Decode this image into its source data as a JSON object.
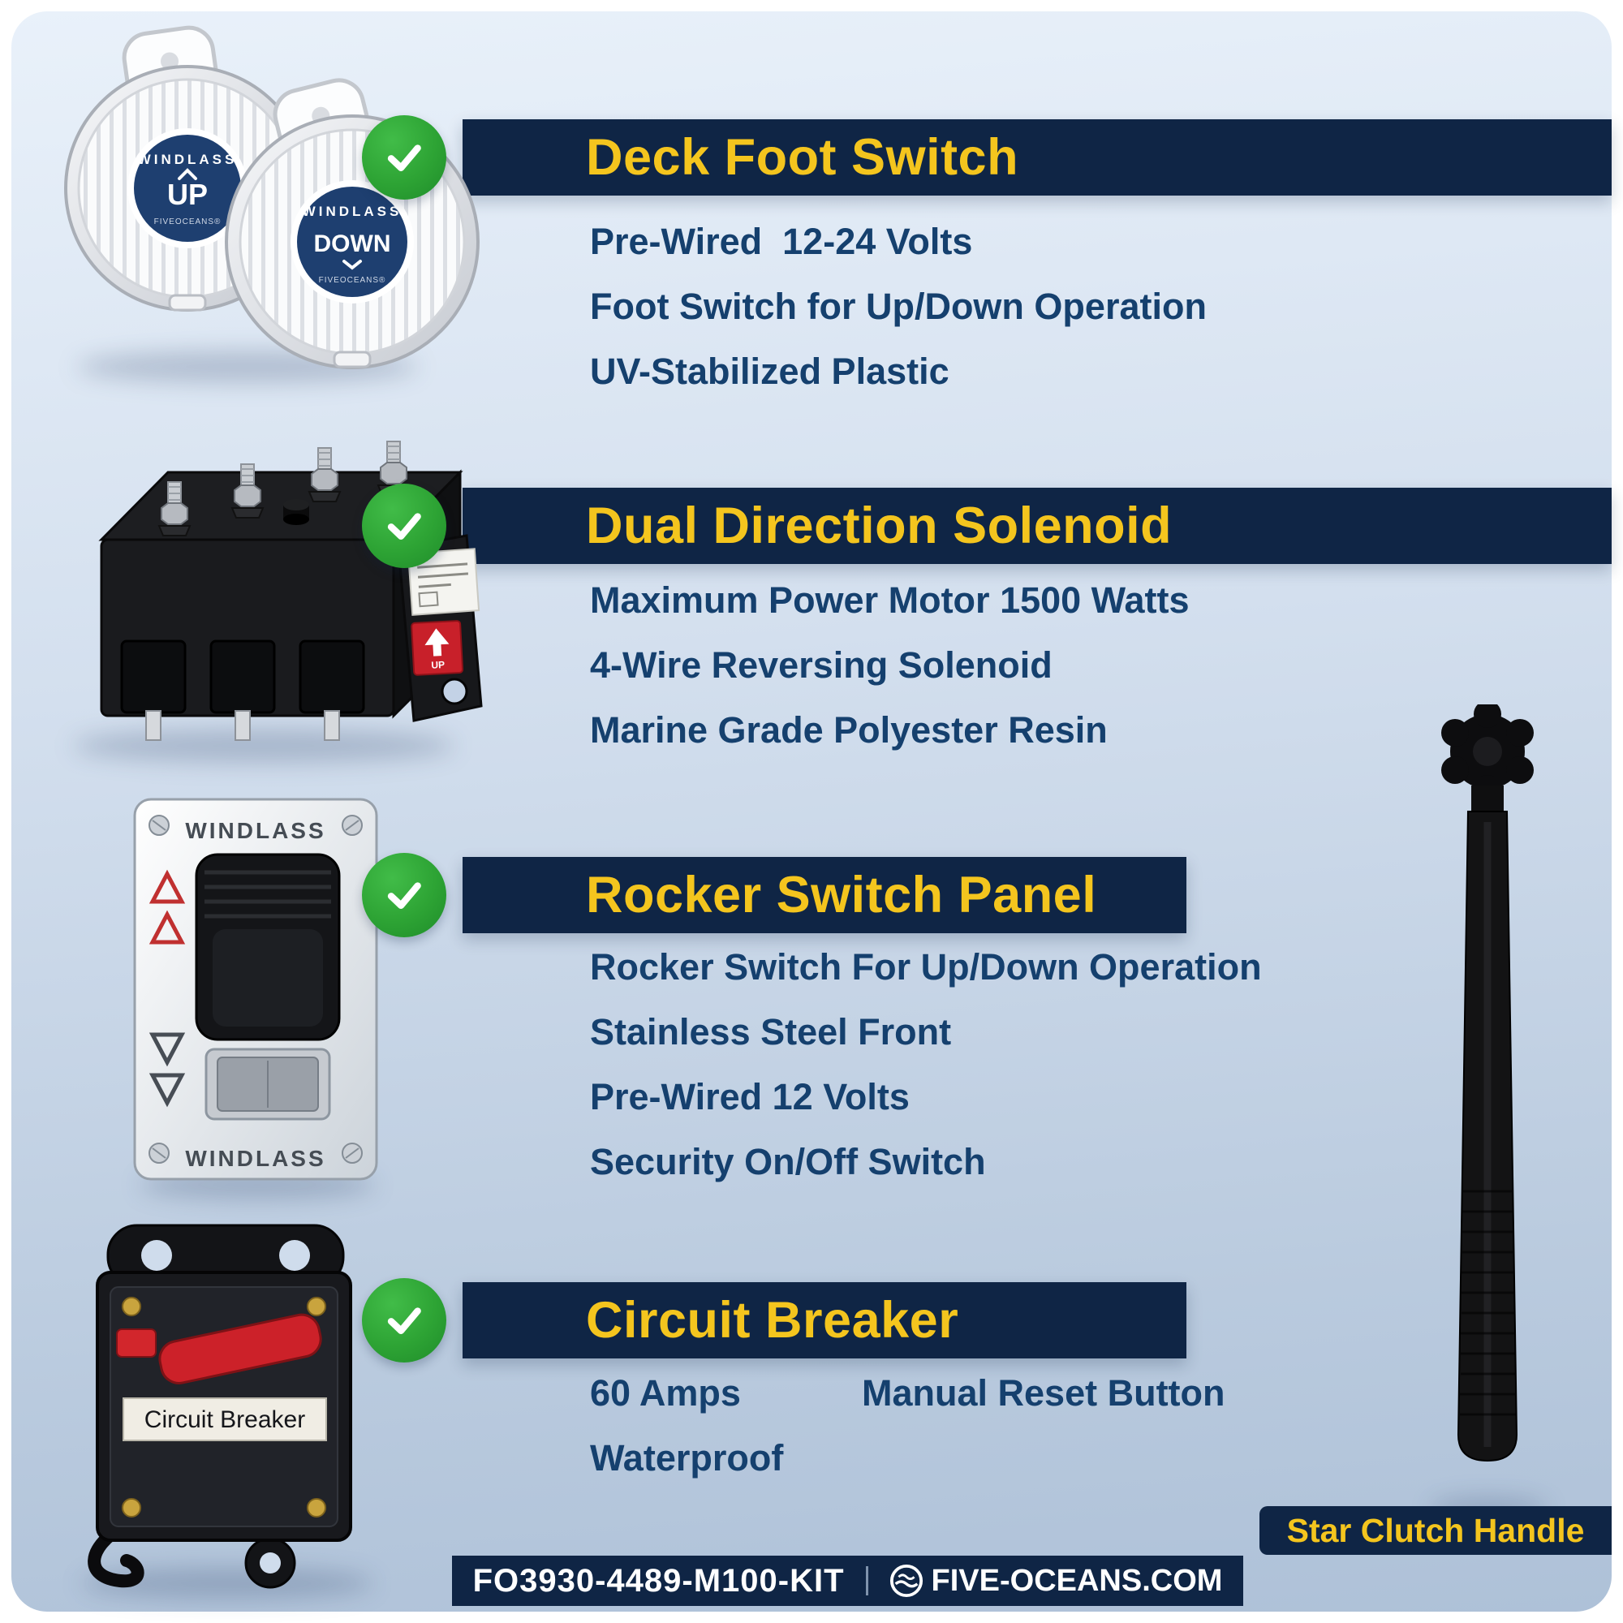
{
  "colors": {
    "panel_top": "#e9f1fa",
    "panel_bottom": "#aec1d8",
    "banner_navy": "#0f2545",
    "title_yellow": "#f4c51e",
    "feature_navy": "#15406e",
    "check_green": "#2da334",
    "accent_red": "#c8202a"
  },
  "sections": [
    {
      "title": "Deck Foot Switch",
      "features": [
        "Pre-Wired  12-24 Volts",
        "Foot Switch for Up/Down Operation",
        "UV-Stabilized Plastic"
      ]
    },
    {
      "title": "Dual Direction Solenoid",
      "features": [
        "Maximum Power Motor 1500 Watts",
        "4-Wire Reversing Solenoid",
        "Marine Grade Polyester Resin"
      ]
    },
    {
      "title": "Rocker Switch Panel",
      "features": [
        "Rocker Switch For Up/Down Operation",
        "Stainless Steel Front",
        "Pre-Wired 12 Volts",
        "Security On/Off Switch"
      ]
    },
    {
      "title": "Circuit Breaker",
      "features": [
        "60 Amps",
        "Manual Reset Button",
        "Waterproof"
      ]
    }
  ],
  "products": {
    "foot_switch_up": {
      "label_top": "WINDLASS",
      "label_main": "UP",
      "brand": "FIVEOCEANS®"
    },
    "foot_switch_down": {
      "label_top": "WINDLASS",
      "label_main": "DOWN",
      "brand": "FIVEOCEANS®"
    },
    "solenoid": {
      "sticker": "UP"
    },
    "rocker_panel": {
      "label_top": "WINDLASS",
      "label_bottom": "WINDLASS"
    },
    "circuit_breaker": {
      "label": "Circuit Breaker"
    }
  },
  "handle": {
    "label": "Star Clutch Handle"
  },
  "footer": {
    "sku": "FO3930-4489-M100-KIT",
    "site": "FIVE-OCEANS.COM"
  }
}
